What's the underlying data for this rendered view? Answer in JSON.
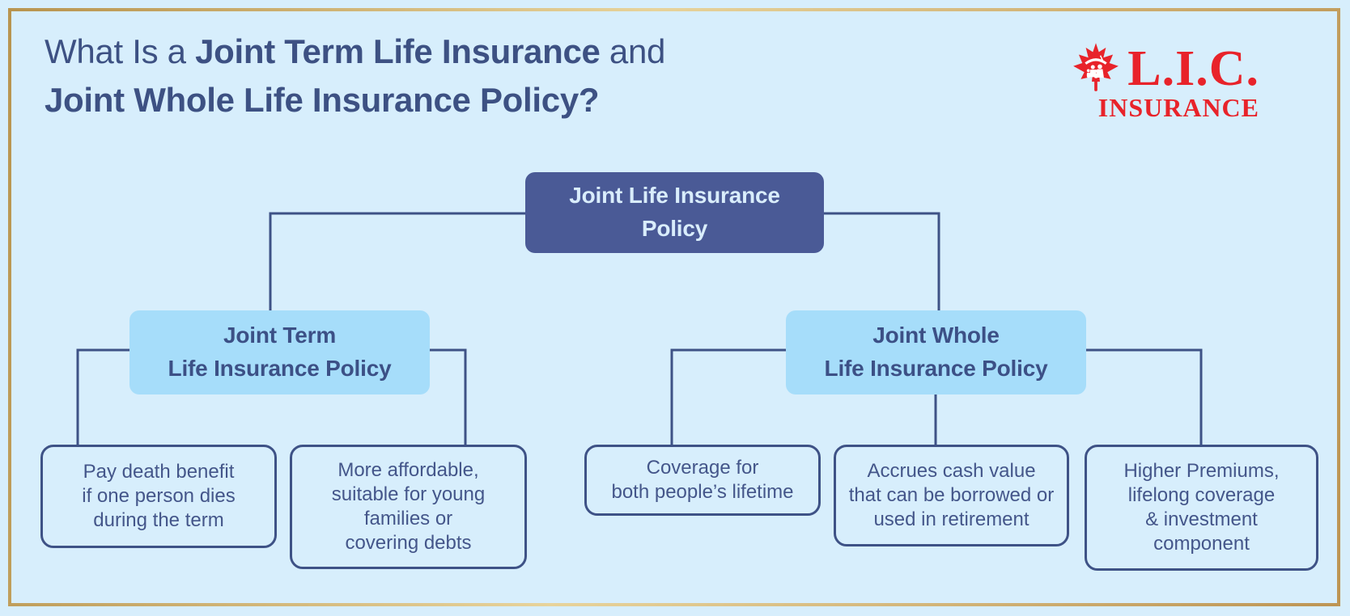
{
  "title": {
    "line1_prefix": "What Is a ",
    "line1_bold": "Joint Term Life Insurance",
    "line1_suffix": " and",
    "line2": "Joint Whole Life Insurance Policy?"
  },
  "logo": {
    "acronym": "L.I.C.",
    "name": "INSURANCE",
    "icon": "maple-leaf-with-family-under-umbrella",
    "color": "#e8232a"
  },
  "tree": {
    "root_label": "Joint Life Insurance\nPolicy",
    "term_label": "Joint Term\nLife Insurance Policy",
    "whole_label": "Joint Whole\nLife Insurance Policy",
    "term_children": [
      "Pay death benefit\nif one person dies\nduring the term",
      "More affordable,\nsuitable for young\nfamilies or\ncovering debts"
    ],
    "whole_children": [
      "Coverage for\nboth people’s lifetime",
      "Accrues cash value\nthat can be borrowed or\nused in retirement",
      "Higher Premiums,\nlifelong coverage\n& investment\ncomponent"
    ]
  },
  "colors": {
    "background": "#d7eefc",
    "frame_gold": "#c8a361",
    "title_navy": "#3d5183",
    "root_fill": "#4a5a96",
    "root_text": "#d9edfc",
    "branch_fill": "#a6ddfa",
    "branch_text": "#3c5086",
    "leaf_outline": "#3e5286",
    "connector": "#3e5286",
    "logo_red": "#e8232a"
  }
}
